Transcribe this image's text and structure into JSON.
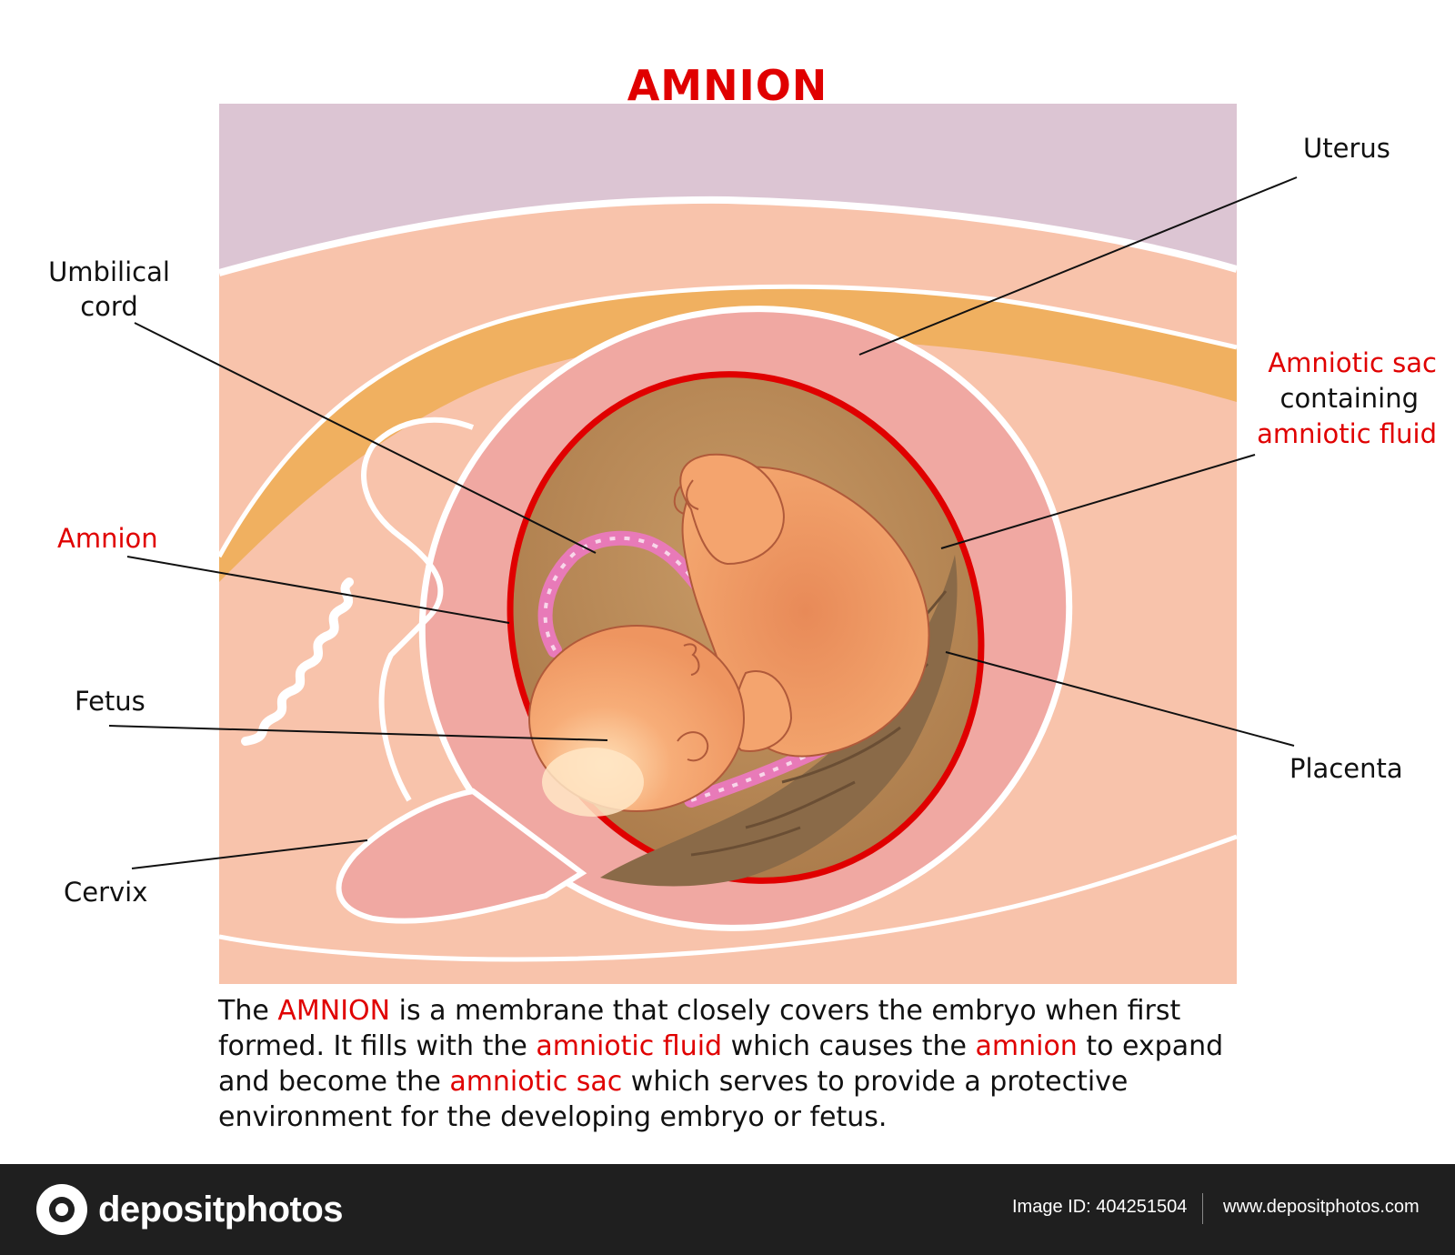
{
  "title": "AMNION",
  "labels": {
    "umbilical_cord": "Umbilical\ncord",
    "amnion": "Amnion",
    "fetus": "Fetus",
    "cervix": "Cervix",
    "uterus": "Uterus",
    "amniotic_sac_red": "Amniotic sac",
    "containing": "containing",
    "amniotic_fluid_red": "amniotic fluid",
    "placenta": "Placenta"
  },
  "description": {
    "t1": "The ",
    "r1": "AMNION",
    "t2": " is a membrane that closely covers the embryo when first formed. It fills with the ",
    "r2": "amniotic fluid",
    "t3": " which causes the ",
    "r3": "amnion",
    "t4": " to expand and become the ",
    "r4": "amniotic sac",
    "t5": " which serves to provide a protective environment for the developing embryo or fetus."
  },
  "footer": {
    "brand": "depositphotos",
    "image_id": "Image ID: 404251504",
    "url": "www.depositphotos.com"
  },
  "colors": {
    "highlight_red": "#e00000",
    "abdomen_top": "#dcc5d3",
    "body_skin": "#f8c3ab",
    "fat_layer": "#f0b060",
    "uterus_wall": "#f0a8a2",
    "amniotic_fluid": "#b98a58",
    "fetus": "#f4a46e",
    "umbilical_cord": "#e87ab8"
  }
}
